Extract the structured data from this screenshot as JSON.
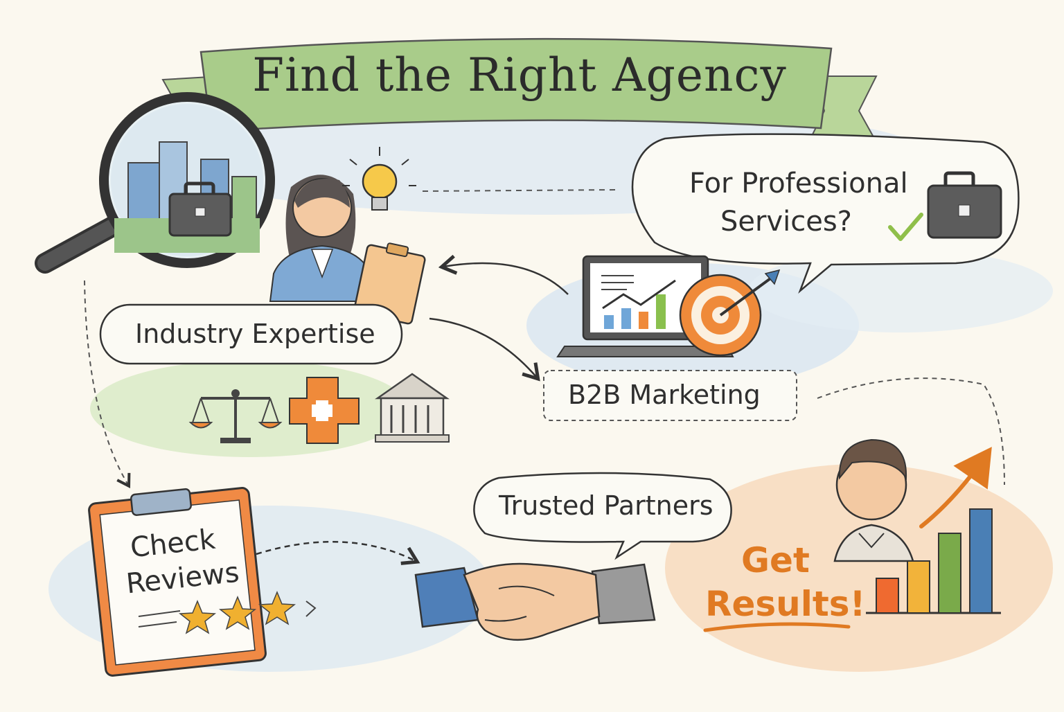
{
  "title": "Find the Right Agency",
  "bubbles": {
    "professional_line1": "For Professional",
    "professional_line2": "Services?",
    "trusted": "Trusted Partners"
  },
  "labels": {
    "industry": "Industry Expertise",
    "b2b": "B2B Marketing",
    "reviews_line1": "Check",
    "reviews_line2": "Reviews",
    "results_line1": "Get",
    "results_line2": "Results!"
  },
  "icons": [
    "magnifying-glass-icon",
    "building-icon",
    "briefcase-icon",
    "person-with-clipboard-icon",
    "lightbulb-icon",
    "laptop-chart-icon",
    "target-icon",
    "checkmark-icon",
    "scales-icon",
    "medical-cross-icon",
    "bank-building-icon",
    "clipboard-icon",
    "star-icon",
    "handshake-icon",
    "person-icon",
    "bar-chart-icon",
    "trend-arrow-icon"
  ],
  "colors": {
    "banner": "#a9cc8a",
    "accent": "#e07a22",
    "blue": "#4a7fb5",
    "green": "#7aaa4a",
    "star": "#f0b030"
  }
}
